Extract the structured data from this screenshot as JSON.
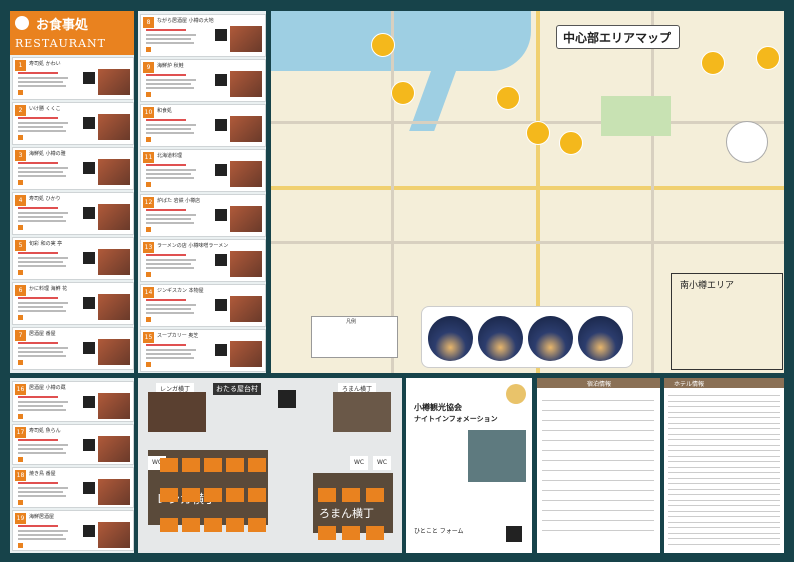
{
  "header": {
    "title": "お食事処",
    "subtitle": "RESTAURANT"
  },
  "left_cards": [
    {
      "num": "1",
      "title": "寿司処 かわい"
    },
    {
      "num": "2",
      "title": "いけ勝 くくこ"
    },
    {
      "num": "3",
      "title": "海鮮処 小樽の雅"
    },
    {
      "num": "4",
      "title": "寿司処 ひかり"
    },
    {
      "num": "5",
      "title": "旬彩 和の実 亭"
    },
    {
      "num": "6",
      "title": "かに料理 海鮮 花"
    },
    {
      "num": "7",
      "title": "居酒屋 番屋"
    }
  ],
  "mid_cards": [
    {
      "num": "8",
      "title": "ながら居酒屋 小樽の大地"
    },
    {
      "num": "9",
      "title": "海鮮炉 秋鮭"
    },
    {
      "num": "10",
      "title": "和食処"
    },
    {
      "num": "11",
      "title": "北海道料理"
    },
    {
      "num": "12",
      "title": "炉ばた 岩鉄 小樽店"
    },
    {
      "num": "13",
      "title": "ラーメンの店 小樽味噌ラーメン"
    },
    {
      "num": "14",
      "title": "ジンギスカン 本物屋"
    },
    {
      "num": "15",
      "title": "スープカリー 奥芝"
    }
  ],
  "bottom_left_cards": [
    {
      "num": "16",
      "title": "居酒屋 小樽の蔵"
    },
    {
      "num": "17",
      "title": "寿司処 魚らん"
    },
    {
      "num": "18",
      "title": "焼き鳥 番屋"
    },
    {
      "num": "19",
      "title": "海鮮居酒屋"
    }
  ],
  "map": {
    "title": "中心部エリアマップ",
    "inset_title": "南小樽エリア",
    "legend_title": "凡例"
  },
  "yokocho": {
    "renga_label": "レンガ横丁",
    "roman_label": "ろまん横丁",
    "renga_big": "レンガ横丁",
    "roman_big": "ろまん横丁",
    "wc": "WC",
    "info_head": "おたる屋台村"
  },
  "night_info": {
    "title_line1": "小樽観光協会",
    "title_line2": "ナイトインフォメーション",
    "footer": "ひとこと フォーム"
  },
  "table1": {
    "title": "宿泊情報"
  },
  "table2": {
    "title": "ホテル情報"
  },
  "colors": {
    "accent": "#e9821f",
    "frame": "#17434a",
    "sea": "#9ecfe3"
  }
}
